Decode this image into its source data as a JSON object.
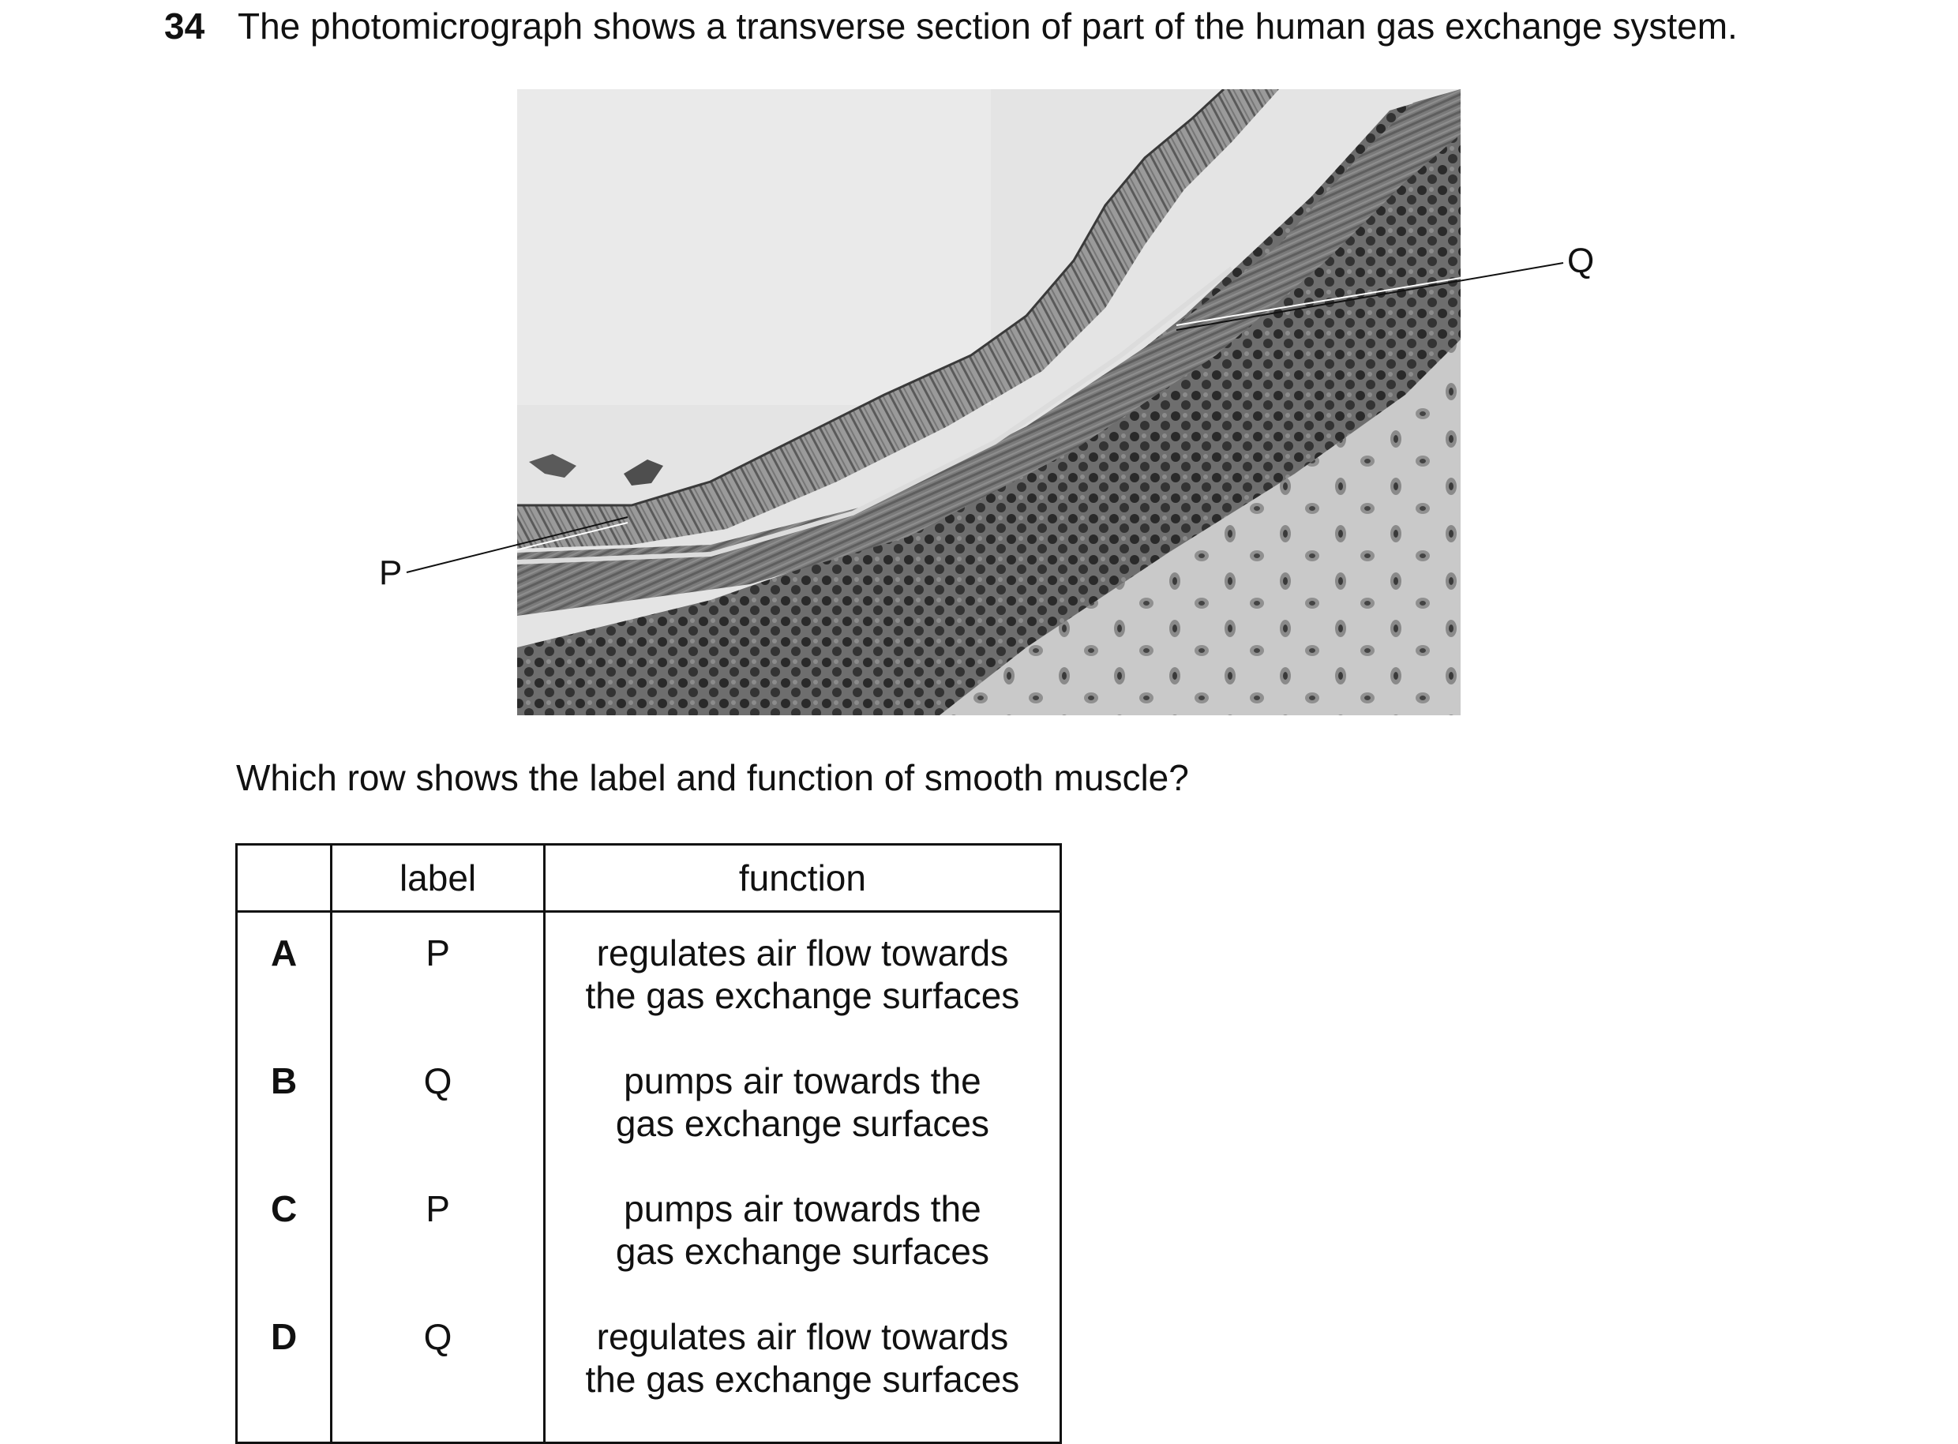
{
  "question": {
    "number": "34",
    "text": "The photomicrograph shows a transverse section of part of the human gas exchange system."
  },
  "figure": {
    "label_p": "P",
    "label_q": "Q"
  },
  "prompt": "Which row shows the label and function of smooth muscle?",
  "table": {
    "headers": {
      "letter": "",
      "label": "label",
      "function": "function"
    },
    "rows": [
      {
        "letter": "A",
        "label": "P",
        "function_line1": "regulates air flow towards",
        "function_line2": "the gas exchange surfaces"
      },
      {
        "letter": "B",
        "label": "Q",
        "function_line1": "pumps air towards the",
        "function_line2": "gas exchange surfaces"
      },
      {
        "letter": "C",
        "label": "P",
        "function_line1": "pumps air towards the",
        "function_line2": "gas exchange surfaces"
      },
      {
        "letter": "D",
        "label": "Q",
        "function_line1": "regulates air flow towards",
        "function_line2": "the gas exchange surfaces"
      }
    ]
  }
}
